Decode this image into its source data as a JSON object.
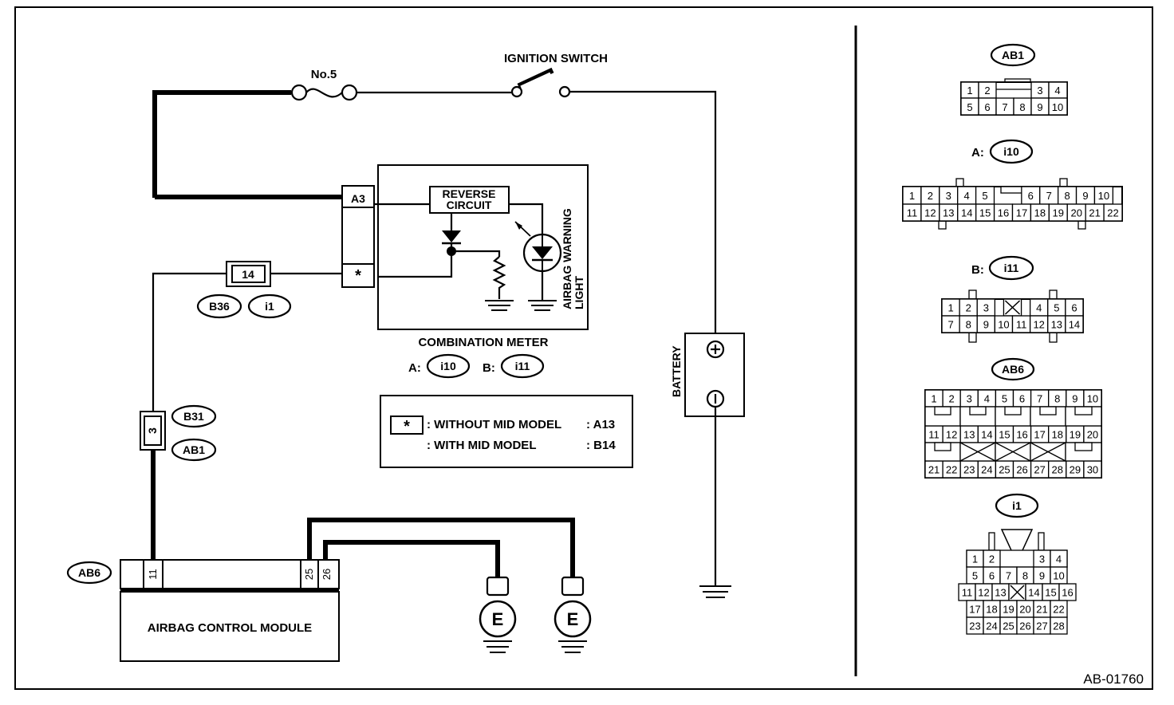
{
  "diagram": {
    "id_label": "AB-01760",
    "fuse": {
      "label": "No.5"
    },
    "ignition_switch": {
      "label": "IGNITION SWITCH"
    },
    "combination_meter": {
      "label": "COMBINATION METER",
      "connector_a_prefix": "A:",
      "connector_a": "i10",
      "connector_b_prefix": "B:",
      "connector_b": "i11",
      "terminal_a3": "A3",
      "terminal_star": "*",
      "reverse_circuit_line1": "REVERSE",
      "reverse_circuit_line2": "CIRCUIT",
      "warning_light_line1": "AIRBAG WARNING",
      "warning_light_line2": "LIGHT"
    },
    "battery": {
      "label": "BATTERY"
    },
    "wire_terminals": {
      "t14": "14",
      "t14_conn1": "B36",
      "t14_conn2": "i1",
      "t3": "3",
      "t3_conn1": "B31",
      "t3_conn2": "AB1"
    },
    "airbag_module": {
      "label": "AIRBAG CONTROL MODULE",
      "connector": "AB6",
      "pin_11": "11",
      "pin_25": "25",
      "pin_26": "26"
    },
    "ground_label": "E",
    "note": {
      "symbol": "*",
      "line1_text": ": WITHOUT MID MODEL",
      "line1_value": ": A13",
      "line2_text": ": WITH MID MODEL",
      "line2_value": ": B14"
    }
  },
  "connectors": [
    {
      "name": "AB1",
      "prefix": "",
      "rows": [
        [
          "1",
          "2",
          "",
          "3",
          "4"
        ],
        [
          "5",
          "6",
          "7",
          "8",
          "9",
          "10"
        ]
      ]
    },
    {
      "name": "i10",
      "prefix": "A:",
      "rows": [
        [
          "1",
          "2",
          "3",
          "4",
          "5",
          "",
          "6",
          "7",
          "8",
          "9",
          "10"
        ],
        [
          "11",
          "12",
          "13",
          "14",
          "15",
          "16",
          "17",
          "18",
          "19",
          "20",
          "21",
          "22"
        ]
      ]
    },
    {
      "name": "i11",
      "prefix": "B:",
      "rows": [
        [
          "1",
          "2",
          "3",
          "",
          "4",
          "5",
          "6"
        ],
        [
          "7",
          "8",
          "9",
          "10",
          "11",
          "12",
          "13",
          "14"
        ]
      ]
    },
    {
      "name": "AB6",
      "prefix": "",
      "rows": [
        [
          "1",
          "2",
          "3",
          "4",
          "5",
          "6",
          "7",
          "8",
          "9",
          "10"
        ],
        [
          "11",
          "12",
          "13",
          "14",
          "15",
          "16",
          "17",
          "18",
          "19",
          "20"
        ],
        [
          "21",
          "22",
          "23",
          "24",
          "25",
          "26",
          "27",
          "28",
          "29",
          "30"
        ]
      ]
    },
    {
      "name": "i1",
      "prefix": "",
      "rows": [
        [
          "1",
          "2",
          "",
          "3",
          "4"
        ],
        [
          "5",
          "6",
          "7",
          "8",
          "9",
          "10"
        ],
        [
          "11",
          "12",
          "13",
          "",
          "14",
          "15",
          "16"
        ],
        [
          "17",
          "18",
          "19",
          "20",
          "21",
          "22"
        ],
        [
          "23",
          "24",
          "25",
          "26",
          "27",
          "28"
        ]
      ]
    }
  ]
}
